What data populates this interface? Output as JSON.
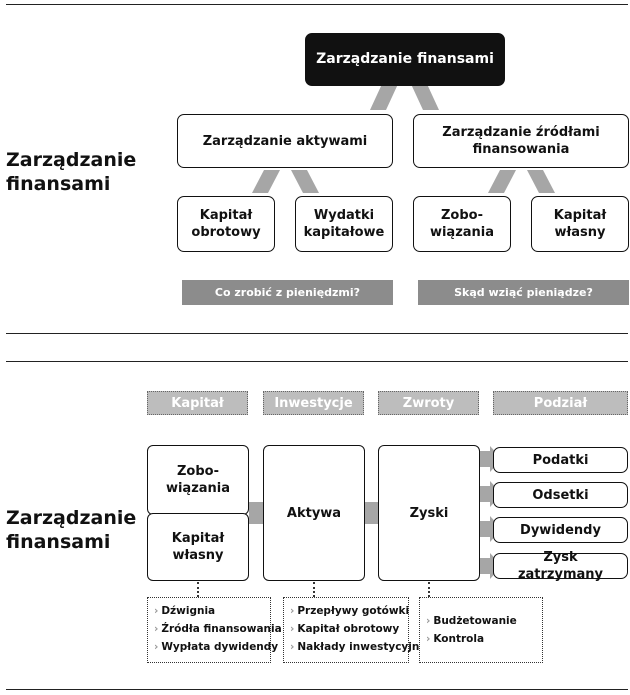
{
  "top": {
    "side_title": "Zarządzanie\nfinansami",
    "root": "Zarządzanie finansami",
    "left_branch": "Zarządzanie aktywami",
    "right_branch": "Zarządzanie źródłami\nfinansowania",
    "leaves": [
      "Kapitał\nobrotowy",
      "Wydatki\nkapitałowe",
      "Zobo-\nwiązania",
      "Kapitał\nwłasny"
    ],
    "left_question": "Co zrobić z pieniędzmi?",
    "right_question": "Skąd wziąć pieniądze?"
  },
  "bottom": {
    "side_title": "Zarządzanie\nfinansami",
    "headers": [
      "Kapitał",
      "Inwestycje",
      "Zwroty",
      "Podział"
    ],
    "zobowiazania": "Zobo-\nwiązania",
    "kapital_wlasny": "Kapitał\nwłasny",
    "aktywa": "Aktywa",
    "zyski": "Zyski",
    "outputs": [
      "Podatki",
      "Odsetki",
      "Dywidendy",
      "Zysk zatrzymany"
    ],
    "details": [
      [
        "Dźwignia",
        "Źródła finansowania",
        "Wypłata dywidendy"
      ],
      [
        "Przepływy gotówki",
        "Kapitał obrotowy",
        "Nakłady inwestycyjne"
      ],
      [
        "Budżetowanie",
        "Kontrola"
      ]
    ]
  },
  "colors": {
    "arrow": "#a6a6a6",
    "bar": "#8c8c8c",
    "header": "#bdbdbd",
    "dark": "#111111"
  }
}
